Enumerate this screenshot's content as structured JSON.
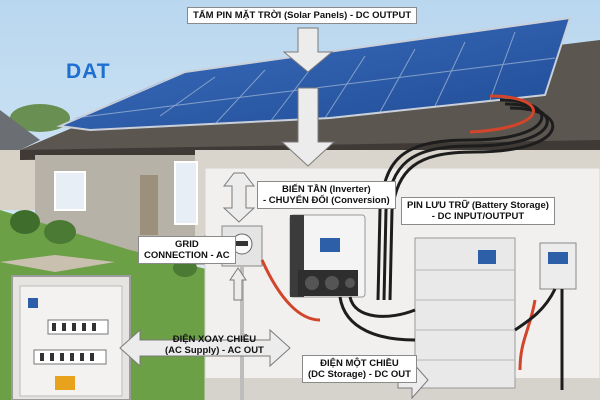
{
  "logo": {
    "text": "DAT",
    "color": "#1e6fd2"
  },
  "labels": {
    "solar_panels": "TẤM PIN MẶT TRỜI (Solar Panels) - DC OUTPUT",
    "inverter_line1": "BIẾN TẦN (Inverter)",
    "inverter_line2": "- CHUYỂN ĐỔI (Conversion)",
    "battery_line1": "PIN LƯU TRỮ (Battery Storage)",
    "battery_line2": "- DC INPUT/OUTPUT",
    "grid_line1": "GRID",
    "grid_line2": "CONNECTION - AC",
    "ac_line1": "ĐIỆN XOAY CHIỀU",
    "ac_line2": "(AC Supply) - AC OUT",
    "dc_line1": "ĐIỆN MỘT CHIỀU",
    "dc_line2": "(DC Storage) - DC OUT"
  },
  "colors": {
    "sky": "#cfe3f3",
    "panel": "#2a58a8",
    "cable_ac": "#d2452b",
    "cable_dc": "#1d1d1d",
    "arrow": "#ececec"
  }
}
